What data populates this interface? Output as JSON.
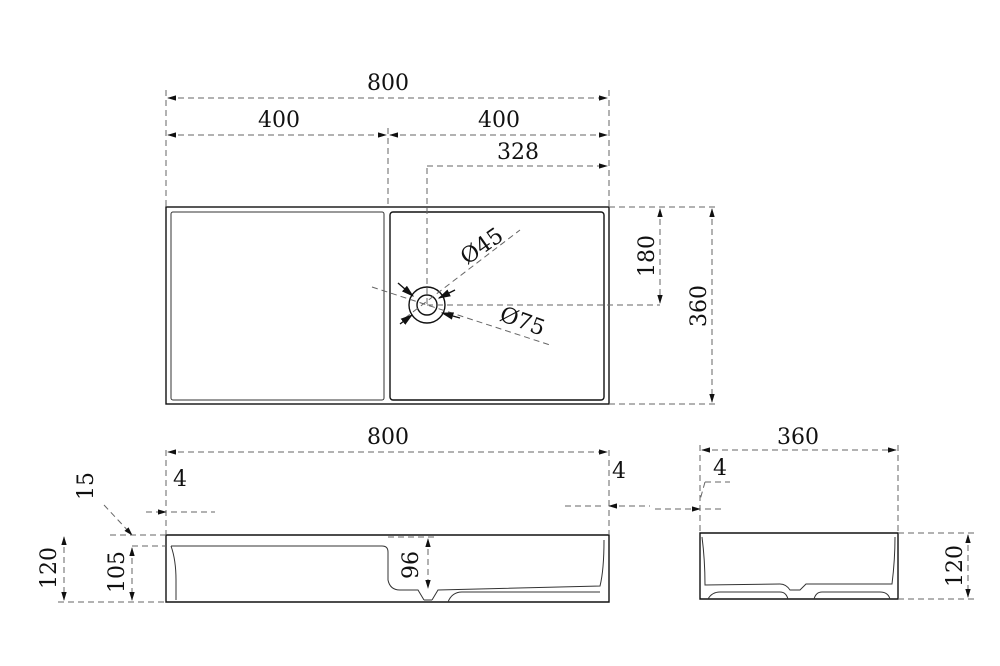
{
  "top_view": {
    "overall_width": "800",
    "left_half": "400",
    "right_half": "400",
    "drain_offset": "328",
    "drain_hole": "Ø45",
    "drain_ring": "Ø75",
    "drain_depth_offset": "180",
    "overall_depth": "360"
  },
  "front_view": {
    "overall_width": "800",
    "wall_left": "4",
    "wall_right": "4",
    "rim": "15",
    "height": "120",
    "inner_height": "105",
    "basin_depth": "96"
  },
  "side_view": {
    "overall_depth": "360",
    "wall": "4",
    "height": "120"
  }
}
